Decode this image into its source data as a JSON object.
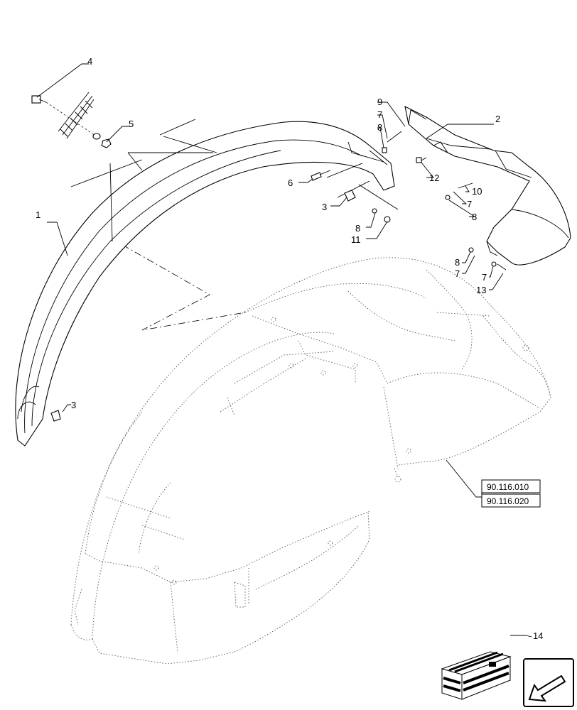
{
  "callouts": {
    "c1": "1",
    "c2": "2",
    "c3a": "3",
    "c3b": "3",
    "c4": "4",
    "c5": "5",
    "c6": "6",
    "c7a": "7",
    "c7b": "7",
    "c7c": "7",
    "c7d": "7",
    "c8a": "8",
    "c8b": "8",
    "c8c": "8",
    "c8d": "8",
    "c9": "9",
    "c10": "10",
    "c11": "11",
    "c12": "12",
    "c13": "13",
    "c14": "14"
  },
  "references": {
    "ref1": "90.116.010",
    "ref2": "90.116.020"
  },
  "icons": {
    "kit": "kit-crate-icon",
    "navigation": "navigation-arrow-icon"
  }
}
